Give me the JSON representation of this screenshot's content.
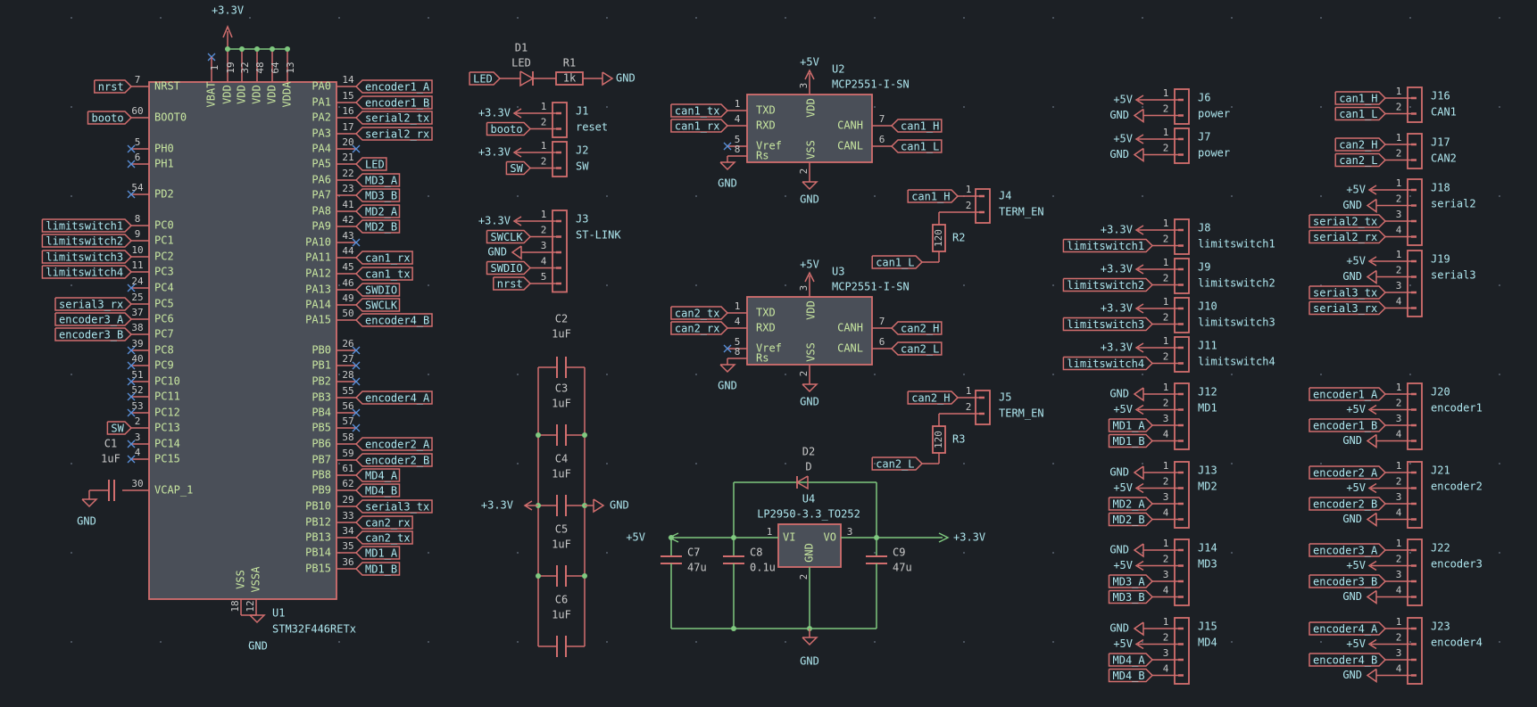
{
  "colors": {
    "background": "#1c2025",
    "wire": "#7fc87f",
    "symbol": "#d26e6e",
    "symbol_fill": "#4a4f58",
    "label_text": "#aee6ee",
    "pin_num": "#c8c8c8",
    "power": "#aee6ee",
    "nc": "#5a8fd8",
    "dot": "#5a6270"
  },
  "title": "",
  "top_power": "+3.3V",
  "u1": {
    "ref": "U1",
    "value": "STM32F446RETx",
    "top_pins": [
      {
        "num": "1",
        "name": "VBAT"
      },
      {
        "num": "19",
        "name": "VDD"
      },
      {
        "num": "32",
        "name": "VDD"
      },
      {
        "num": "48",
        "name": "VDD"
      },
      {
        "num": "64",
        "name": "VDD"
      },
      {
        "num": "13",
        "name": "VDDA"
      }
    ],
    "bottom_pins": [
      {
        "num": "18",
        "name": "VSS"
      },
      {
        "num": "12",
        "name": "VSSA"
      }
    ],
    "gnd": "GND",
    "left_pins": [
      {
        "num": "7",
        "name": "NRST",
        "label": "nrst"
      },
      {
        "num": "60",
        "name": "BOOT0",
        "label": "booto"
      },
      {
        "num": "5",
        "name": "PH0",
        "label": ""
      },
      {
        "num": "6",
        "name": "PH1",
        "label": ""
      },
      {
        "num": "54",
        "name": "PD2",
        "label": ""
      },
      {
        "num": "8",
        "name": "PC0",
        "label": "limitswitch1"
      },
      {
        "num": "9",
        "name": "PC1",
        "label": "limitswitch2"
      },
      {
        "num": "10",
        "name": "PC2",
        "label": "limitswitch3"
      },
      {
        "num": "11",
        "name": "PC3",
        "label": "limitswitch4"
      },
      {
        "num": "24",
        "name": "PC4",
        "label": ""
      },
      {
        "num": "25",
        "name": "PC5",
        "label": "serial3_rx"
      },
      {
        "num": "37",
        "name": "PC6",
        "label": "encoder3_A"
      },
      {
        "num": "38",
        "name": "PC7",
        "label": "encoder3_B"
      },
      {
        "num": "39",
        "name": "PC8",
        "label": ""
      },
      {
        "num": "40",
        "name": "PC9",
        "label": ""
      },
      {
        "num": "51",
        "name": "PC10",
        "label": ""
      },
      {
        "num": "52",
        "name": "PC11",
        "label": ""
      },
      {
        "num": "53",
        "name": "PC12",
        "label": ""
      },
      {
        "num": "2",
        "name": "PC13",
        "label": "SW"
      },
      {
        "num": "3",
        "name": "PC14",
        "label": ""
      },
      {
        "num": "4",
        "name": "PC15",
        "label": ""
      },
      {
        "num": "30",
        "name": "VCAP_1",
        "label": ""
      }
    ],
    "right_pins": [
      {
        "num": "14",
        "name": "PA0",
        "label": "encoder1_A"
      },
      {
        "num": "15",
        "name": "PA1",
        "label": "encoder1_B"
      },
      {
        "num": "16",
        "name": "PA2",
        "label": "serial2_tx"
      },
      {
        "num": "17",
        "name": "PA3",
        "label": "serial2_rx"
      },
      {
        "num": "20",
        "name": "PA4",
        "label": ""
      },
      {
        "num": "21",
        "name": "PA5",
        "label": "LED"
      },
      {
        "num": "22",
        "name": "PA6",
        "label": "MD3_A"
      },
      {
        "num": "23",
        "name": "PA7",
        "label": "MD3_B"
      },
      {
        "num": "41",
        "name": "PA8",
        "label": "MD2_A"
      },
      {
        "num": "42",
        "name": "PA9",
        "label": "MD2_B"
      },
      {
        "num": "43",
        "name": "PA10",
        "label": ""
      },
      {
        "num": "44",
        "name": "PA11",
        "label": "can1_rx"
      },
      {
        "num": "45",
        "name": "PA12",
        "label": "can1_tx"
      },
      {
        "num": "46",
        "name": "PA13",
        "label": "SWDIO"
      },
      {
        "num": "49",
        "name": "PA14",
        "label": "SWCLK"
      },
      {
        "num": "50",
        "name": "PA15",
        "label": "encoder4_B"
      },
      {
        "num": "26",
        "name": "PB0",
        "label": ""
      },
      {
        "num": "27",
        "name": "PB1",
        "label": ""
      },
      {
        "num": "28",
        "name": "PB2",
        "label": ""
      },
      {
        "num": "55",
        "name": "PB3",
        "label": "encoder4_A"
      },
      {
        "num": "56",
        "name": "PB4",
        "label": ""
      },
      {
        "num": "57",
        "name": "PB5",
        "label": ""
      },
      {
        "num": "58",
        "name": "PB6",
        "label": "encoder2_A"
      },
      {
        "num": "59",
        "name": "PB7",
        "label": "encoder2_B"
      },
      {
        "num": "61",
        "name": "PB8",
        "label": "MD4_A"
      },
      {
        "num": "62",
        "name": "PB9",
        "label": "MD4_B"
      },
      {
        "num": "29",
        "name": "PB10",
        "label": "serial3_tx"
      },
      {
        "num": "33",
        "name": "PB12",
        "label": "can2_rx"
      },
      {
        "num": "34",
        "name": "PB13",
        "label": "can2_tx"
      },
      {
        "num": "35",
        "name": "PB14",
        "label": "MD1_A"
      },
      {
        "num": "36",
        "name": "PB15",
        "label": "MD1_B"
      }
    ]
  },
  "c1": {
    "ref": "C1",
    "value": "1uF",
    "gnd": "GND"
  },
  "d1": {
    "ref": "D1",
    "value": "LED",
    "net": "LED"
  },
  "r1": {
    "ref": "R1",
    "value": "1k",
    "gnd": "GND"
  },
  "j1": {
    "ref": "J1",
    "value": "reset",
    "nets": [
      "+3.3V",
      "booto"
    ]
  },
  "j2": {
    "ref": "J2",
    "value": "SW",
    "nets": [
      "+3.3V",
      "SW"
    ]
  },
  "j3": {
    "ref": "J3",
    "value": "ST-LINK",
    "nets": [
      "+3.3V",
      "SWCLK",
      "GND",
      "SWDIO",
      "nrst"
    ]
  },
  "decoupling": {
    "caps": [
      {
        "ref": "C2",
        "value": "1uF"
      },
      {
        "ref": "C3",
        "value": "1uF"
      },
      {
        "ref": "C4",
        "value": "1uF"
      },
      {
        "ref": "C5",
        "value": "1uF"
      },
      {
        "ref": "C6",
        "value": "1uF"
      }
    ],
    "plus": "+3.3V",
    "gnd": "GND"
  },
  "u2": {
    "ref": "U2",
    "value": "MCP2551-I-SN",
    "vdd": "+5V",
    "gnd_bottom": "GND",
    "gnd_left": "GND",
    "pins": {
      "txd": "TXD",
      "rxd": "RXD",
      "vref": "Vref",
      "rs": "Rs",
      "vdd": "VDD",
      "vss": "VSS",
      "canh": "CANH",
      "canl": "CANL"
    },
    "nets": {
      "tx": "can1_tx",
      "rx": "can1_rx",
      "h": "can1_H",
      "l": "can1_L"
    }
  },
  "u3": {
    "ref": "U3",
    "value": "MCP2551-I-SN",
    "vdd": "+5V",
    "gnd_bottom": "GND",
    "gnd_left": "GND",
    "pins": {
      "txd": "TXD",
      "rxd": "RXD",
      "vref": "Vref",
      "rs": "Rs",
      "vdd": "VDD",
      "vss": "VSS",
      "canh": "CANH",
      "canl": "CANL"
    },
    "nets": {
      "tx": "can2_tx",
      "rx": "can2_rx",
      "h": "can2_H",
      "l": "can2_L"
    }
  },
  "j4": {
    "ref": "J4",
    "value": "TERM_EN",
    "nets": [
      "can1_H",
      ""
    ],
    "r_ref": "R2",
    "r_value": "120",
    "r_net": "can1_L"
  },
  "j5": {
    "ref": "J5",
    "value": "TERM_EN",
    "nets": [
      "can2_H",
      ""
    ],
    "r_ref": "R3",
    "r_value": "120",
    "r_net": "can2_L"
  },
  "regulator": {
    "d_ref": "D2",
    "d_value": "D",
    "u_ref": "U4",
    "u_value": "LP2950-3.3_TO252",
    "vi": "VI",
    "vo": "VO",
    "gnd_pin": "GND",
    "in": "+5V",
    "out": "+3.3V",
    "gnd": "GND",
    "caps": [
      {
        "ref": "C7",
        "value": "47u"
      },
      {
        "ref": "C8",
        "value": "0.1u"
      },
      {
        "ref": "C9",
        "value": "47u"
      }
    ]
  },
  "connectors_mid": [
    {
      "ref": "J6",
      "value": "power",
      "nets": [
        "+5V",
        "GND"
      ],
      "type": "power"
    },
    {
      "ref": "J7",
      "value": "power",
      "nets": [
        "+5V",
        "GND"
      ],
      "type": "power"
    },
    {
      "ref": "J8",
      "value": "limitswitch1",
      "nets": [
        "+3.3V",
        "limitswitch1"
      ],
      "type": "mixed"
    },
    {
      "ref": "J9",
      "value": "limitswitch2",
      "nets": [
        "+3.3V",
        "limitswitch2"
      ],
      "type": "mixed"
    },
    {
      "ref": "J10",
      "value": "limitswitch3",
      "nets": [
        "+3.3V",
        "limitswitch3"
      ],
      "type": "mixed"
    },
    {
      "ref": "J11",
      "value": "limitswitch4",
      "nets": [
        "+3.3V",
        "limitswitch4"
      ],
      "type": "mixed"
    },
    {
      "ref": "J12",
      "value": "MD1",
      "nets": [
        "GND",
        "+5V",
        "MD1_A",
        "MD1_B"
      ],
      "type": "mixed"
    },
    {
      "ref": "J13",
      "value": "MD2",
      "nets": [
        "GND",
        "+5V",
        "MD2_A",
        "MD2_B"
      ],
      "type": "mixed"
    },
    {
      "ref": "J14",
      "value": "MD3",
      "nets": [
        "GND",
        "+5V",
        "MD3_A",
        "MD3_B"
      ],
      "type": "mixed"
    },
    {
      "ref": "J15",
      "value": "MD4",
      "nets": [
        "GND",
        "+5V",
        "MD4_A",
        "MD4_B"
      ],
      "type": "mixed"
    }
  ],
  "connectors_right": [
    {
      "ref": "J16",
      "value": "CAN1",
      "nets": [
        "can1_H",
        "can1_L"
      ]
    },
    {
      "ref": "J17",
      "value": "CAN2",
      "nets": [
        "can2_H",
        "can2_L"
      ]
    },
    {
      "ref": "J18",
      "value": "serial2",
      "nets": [
        "+5V",
        "GND",
        "serial2_tx",
        "serial2_rx"
      ]
    },
    {
      "ref": "J19",
      "value": "serial3",
      "nets": [
        "+5V",
        "GND",
        "serial3_tx",
        "serial3_rx"
      ]
    },
    {
      "ref": "J20",
      "value": "encoder1",
      "nets": [
        "encoder1_A",
        "+5V",
        "encoder1_B",
        "GND"
      ]
    },
    {
      "ref": "J21",
      "value": "encoder2",
      "nets": [
        "encoder2_A",
        "+5V",
        "encoder2_B",
        "GND"
      ]
    },
    {
      "ref": "J22",
      "value": "encoder3",
      "nets": [
        "encoder3_A",
        "+5V",
        "encoder3_B",
        "GND"
      ]
    },
    {
      "ref": "J23",
      "value": "encoder4",
      "nets": [
        "encoder4_A",
        "+5V",
        "encoder4_B",
        "GND"
      ]
    }
  ]
}
